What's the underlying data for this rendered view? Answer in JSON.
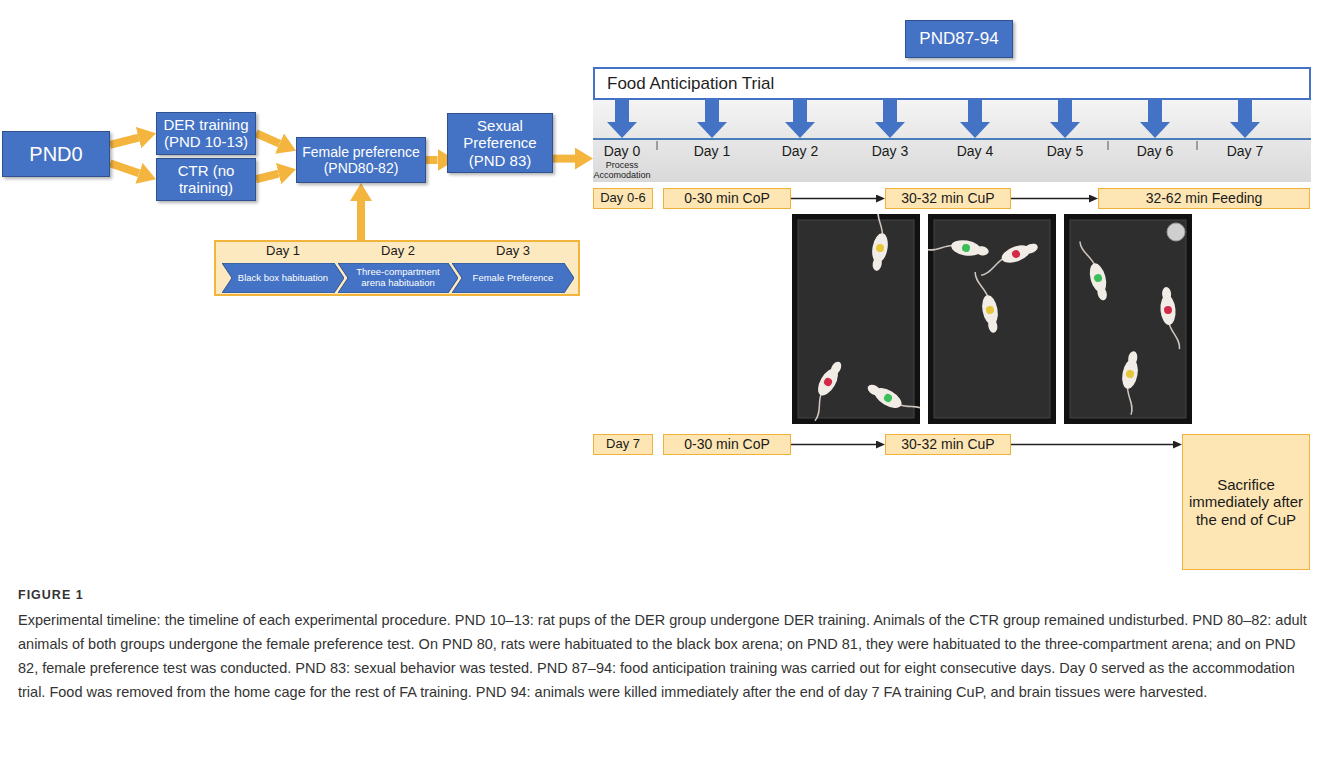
{
  "diagram": {
    "caption": "Experimental timeline: the timeline of each experimental procedure. PND 10–13: rat pups of the DER group undergone DER training. Animals of the CTR group remained undisturbed. PND 80–82: adult animals of both groups undergone the female preference test. On PND 80, rats were habituated to the black box arena; on PND 81, they were habituated to the three-compartment arena; and on PND 82, female preference test was conducted. PND 83: sexual behavior was tested. PND 87–94: food anticipation training was carried out for eight consecutive days. Day 0 served as the accommodation trial. Food was removed from the home cage for the rest of FA training. PND 94: animals were killed immediately after the end of day 7 FA training CuP, and brain tissues were harvested.",
    "nodes": [
      {
        "text": [
          "PND0"
        ]
      },
      {
        "text": [
          "DER training (PND 10-13)"
        ]
      },
      {
        "text": [
          "CTR (no training)"
        ]
      },
      {
        "text": [
          "Female preference (PND80-82)"
        ]
      },
      {
        "text": [
          "Sexual Preference (PND 83)"
        ]
      },
      {
        "text": [
          "Day 1",
          "Day 2",
          "Day 3"
        ]
      },
      {
        "text": [
          "Black box habituation"
        ],
        "in": 5
      },
      {
        "text": [
          "Three-compartment arena habituation"
        ],
        "in": 5
      },
      {
        "text": [
          "Female Preference"
        ],
        "in": 5
      },
      {
        "text": [
          "PND87-94"
        ]
      },
      {
        "text": [
          "Food Anticipation Trial"
        ]
      },
      {
        "text": [
          "Day 0",
          "Process Accomodation",
          "Day 1",
          "Day 2",
          "Day 3",
          "Day 4",
          "Day 5",
          "Day 6",
          "Day 7"
        ]
      },
      {
        "text": [
          "Day 0-6"
        ]
      },
      {
        "text": [
          "0-30 min CoP"
        ]
      },
      {
        "text": [
          "30-32 min CuP"
        ]
      },
      {
        "text": [
          "32-62 min Feeding"
        ]
      },
      {
        "text": [
          "Day 7"
        ]
      },
      {
        "text": [
          "0-30 min CoP"
        ]
      },
      {
        "text": [
          "30-32 min CuP"
        ]
      },
      {
        "text": [
          "Sacrifice immediately after the end of CuP"
        ]
      }
    ],
    "edges": [
      {
        "from": 0,
        "to": 1,
        "arrow": "to"
      },
      {
        "from": 0,
        "to": 2,
        "arrow": "to"
      },
      {
        "from": 1,
        "to": 3,
        "arrow": "to"
      },
      {
        "from": 2,
        "to": 3,
        "arrow": "to"
      },
      {
        "from": 5,
        "to": 3,
        "arrow": "to"
      },
      {
        "from": 3,
        "to": 4,
        "arrow": "to"
      },
      {
        "from": 4,
        "to": 11,
        "arrow": "to"
      },
      {
        "from": 10,
        "to": 11,
        "arrow": "to"
      },
      {
        "from": 10,
        "to": 11,
        "arrow": "to"
      },
      {
        "from": 10,
        "to": 11,
        "arrow": "to"
      },
      {
        "from": 10,
        "to": 11,
        "arrow": "to"
      },
      {
        "from": 10,
        "to": 11,
        "arrow": "to"
      },
      {
        "from": 10,
        "to": 11,
        "arrow": "to"
      },
      {
        "from": 10,
        "to": 11,
        "arrow": "to"
      },
      {
        "from": 10,
        "to": 11,
        "arrow": "to"
      },
      {
        "from": 13,
        "to": 14,
        "arrow": "to"
      },
      {
        "from": 14,
        "to": 15,
        "arrow": "to"
      },
      {
        "from": 17,
        "to": 18,
        "arrow": "to"
      },
      {
        "from": 18,
        "to": 19,
        "arrow": "to"
      }
    ],
    "labels": [
      "FIGURE 1"
    ]
  }
}
